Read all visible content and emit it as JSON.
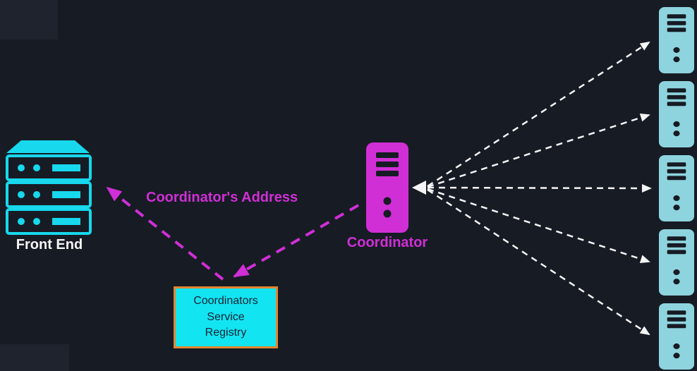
{
  "colors": {
    "bg": "#171b24",
    "bg_patch": "#1f232d",
    "cyan_bright": "#17d8ec",
    "cyan_pale": "#8ed4de",
    "magenta": "#d02fd6",
    "white": "#f5f5f5",
    "registry_fill": "#12e4f2",
    "registry_border": "#e2862f",
    "registry_text": "#142231"
  },
  "front_end": {
    "label": "Front End"
  },
  "coordinator": {
    "label": "Coordinator"
  },
  "address_label": "Coordinator's Address",
  "registry": {
    "lines": [
      "Coordinators",
      "Service",
      "Registry"
    ]
  },
  "worker_servers": {
    "count": 5
  }
}
